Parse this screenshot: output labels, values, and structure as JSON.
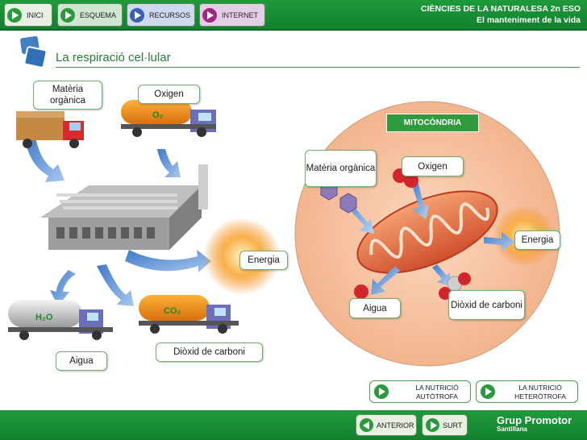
{
  "nav": {
    "inici": "INICI",
    "esquema": "ESQUEMA",
    "recursos": "RECURSOS",
    "internet": "INTERNET"
  },
  "course": {
    "title": "CIÈNCIES DE LA NATURALESA 2n ESO",
    "subtitle": "El manteniment de la vida"
  },
  "page": {
    "title": "La respiració cel·lular"
  },
  "factory": {
    "materia": "Matèria orgànica",
    "oxigen": "Oxigen",
    "o2": "O₂",
    "energia": "Energia",
    "h2o": "H₂O",
    "aigua": "Aigua",
    "co2": "CO₂",
    "dioxid": "Diòxid de carboni"
  },
  "mitochondria": {
    "badge": "MITOCÒNDRIA",
    "materia": "Matèria orgànica",
    "oxigen": "Oxigen",
    "energia": "Energia",
    "aigua": "Aigua",
    "dioxid": "Diòxid de carboni"
  },
  "links": {
    "autotrofa": "LA NUTRICIÓ AUTÒTROFA",
    "heterotrofa": "LA NUTRICIÓ HETERÒTROFA"
  },
  "footer": {
    "anterior": "ANTERIOR",
    "surt": "SURT",
    "brand": "Grup Promotor",
    "brand_sub": "Santillana"
  },
  "colors": {
    "brand_green": "#1f9a3b",
    "circle_peach": "#f6c6a4",
    "energy_orange": "#f28a1e"
  }
}
